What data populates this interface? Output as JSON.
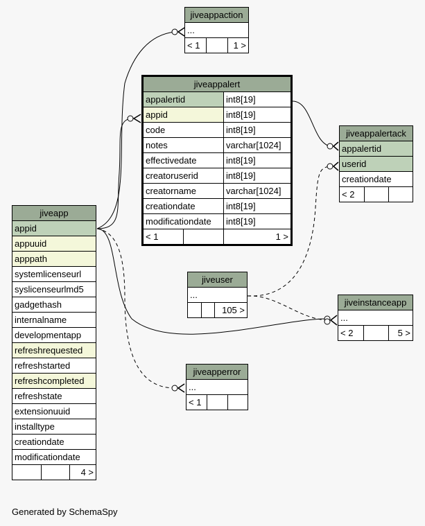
{
  "tables": {
    "jiveappaction": {
      "name": "jiveappaction",
      "row": "...",
      "nav": [
        "< 1",
        "",
        "1 >"
      ]
    },
    "jiveappalert": {
      "name": "jiveappalert",
      "columns": [
        {
          "name": "appalertid",
          "type": "int8[19]"
        },
        {
          "name": "appid",
          "type": "int8[19]"
        },
        {
          "name": "code",
          "type": "int8[19]"
        },
        {
          "name": "notes",
          "type": "varchar[1024]"
        },
        {
          "name": "effectivedate",
          "type": "int8[19]"
        },
        {
          "name": "creatoruserid",
          "type": "int8[19]"
        },
        {
          "name": "creatorname",
          "type": "varchar[1024]"
        },
        {
          "name": "creationdate",
          "type": "int8[19]"
        },
        {
          "name": "modificationdate",
          "type": "int8[19]"
        }
      ],
      "nav": [
        "< 1",
        "",
        "1 >"
      ]
    },
    "jiveappalertack": {
      "name": "jiveappalertack",
      "columns": [
        "appalertid",
        "userid",
        "creationdate"
      ],
      "nav": [
        "< 2",
        "",
        ""
      ]
    },
    "jiveapp": {
      "name": "jiveapp",
      "columns": [
        "appid",
        "appuuid",
        "apppath",
        "systemlicenseurl",
        "syslicenseurlmd5",
        "gadgethash",
        "internalname",
        "developmentapp",
        "refreshrequested",
        "refreshstarted",
        "refreshcompleted",
        "refreshstate",
        "extensionuuid",
        "installtype",
        "creationdate",
        "modificationdate"
      ],
      "nav": [
        "",
        "",
        "4 >"
      ]
    },
    "jiveuser": {
      "name": "jiveuser",
      "row": "...",
      "nav": [
        "",
        "",
        "105 >"
      ]
    },
    "jiveinstanceapp": {
      "name": "jiveinstanceapp",
      "row": "...",
      "nav": [
        "< 2",
        "",
        "5 >"
      ]
    },
    "jiveapperror": {
      "name": "jiveapperror",
      "row": "...",
      "nav": [
        "< 1",
        "",
        ""
      ]
    }
  },
  "colors": {
    "header": "#9bab96",
    "primary_key": "#bed1b8",
    "indexed": "#f4f7da",
    "background": "#f7f7f7"
  },
  "footer": "Generated by SchemaSpy"
}
